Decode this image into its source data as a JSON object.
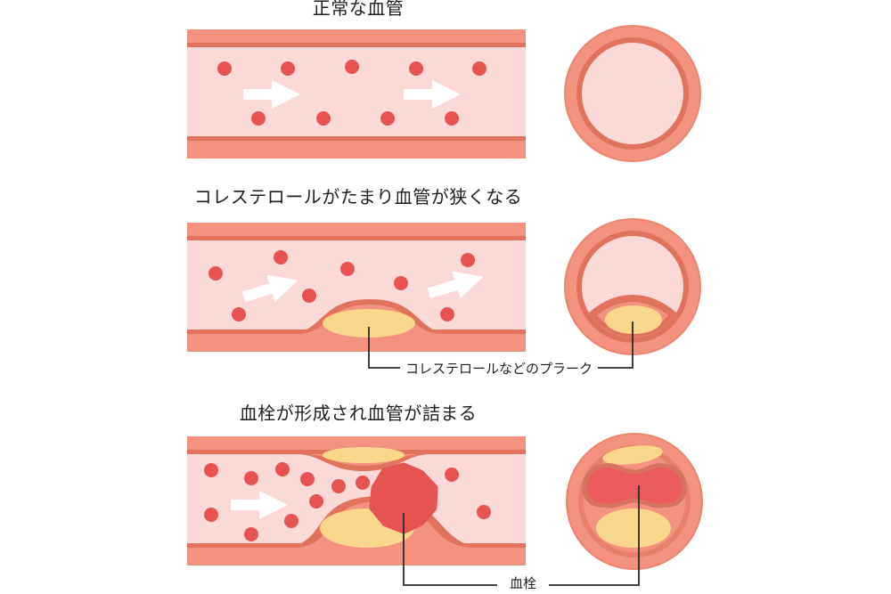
{
  "figure": {
    "background_color": "#FFFFFF",
    "description": "Three-stage diagram of artery occlusion: normal vessel, cholesterol plaque narrowing, thrombus blockage",
    "sections": [
      {
        "title": "正常な血管",
        "state": "normal",
        "blood_cell_count": 9,
        "flow_arrow_count": 2
      },
      {
        "title": "コレステロールがたまり血管が狭くなる",
        "state": "narrowed",
        "annotation": "コレステロールなどのプラーク",
        "blood_cell_count": 8,
        "flow_arrow_count": 2
      },
      {
        "title": "血栓が形成され血管が詰まる",
        "state": "blocked",
        "annotation": "血栓",
        "blood_cell_count": 12,
        "flow_arrow_count": 1
      }
    ],
    "colors": {
      "vessel_wall": "#F3927E",
      "vessel_wall_inner_line": "#E1735C",
      "vessel_lumen": "#FBD9D7",
      "blood_cell": "#E75350",
      "plaque": "#FAD78D",
      "clot": "#E65452",
      "clot_cross_section": "#EC5B5B",
      "clot_outline": "#D8745E",
      "flow_arrow": "#FFFFFF",
      "annotation_line": "#2B2B2B",
      "text": "#1F1F1F"
    },
    "icons": [
      {
        "name": "flow-arrow-icon",
        "meaning": "direction of blood flow"
      }
    ]
  }
}
